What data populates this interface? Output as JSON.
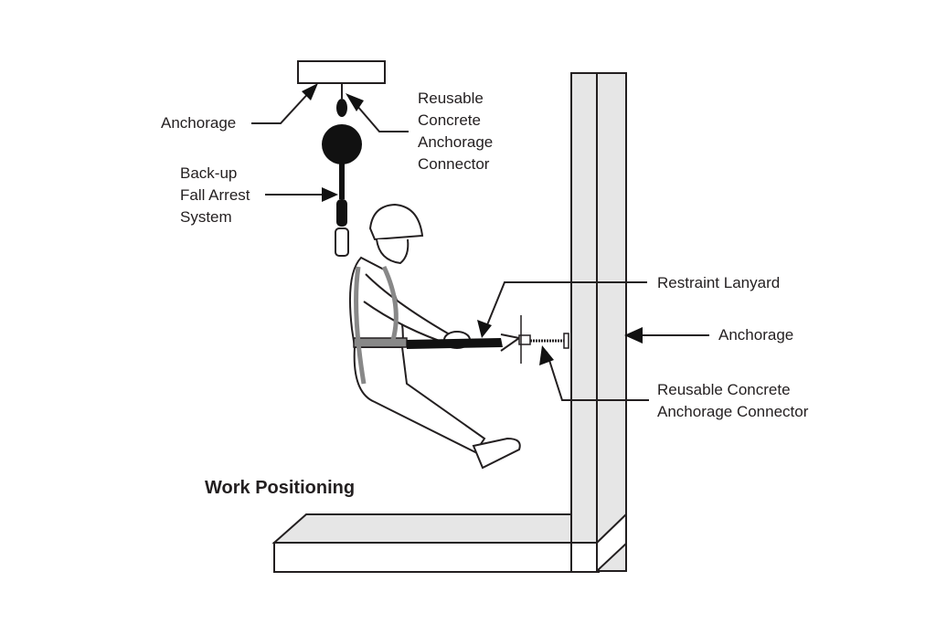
{
  "diagram": {
    "title": "Work Positioning",
    "labels": {
      "anchorage_top": "Anchorage",
      "reusable_connector_top": "Reusable\nConcrete\nAnchorage\nConnector",
      "backup_fall_arrest": "Back-up\nFall Arrest\nSystem",
      "restraint_lanyard": "Restraint Lanyard",
      "anchorage_wall": "Anchorage",
      "reusable_connector_wall": "Reusable Concrete\nAnchorage Connector"
    },
    "colors": {
      "line": "#231f20",
      "wall_fill": "#e6e6e6",
      "ink": "#111111",
      "harness_strap": "#888888"
    }
  }
}
